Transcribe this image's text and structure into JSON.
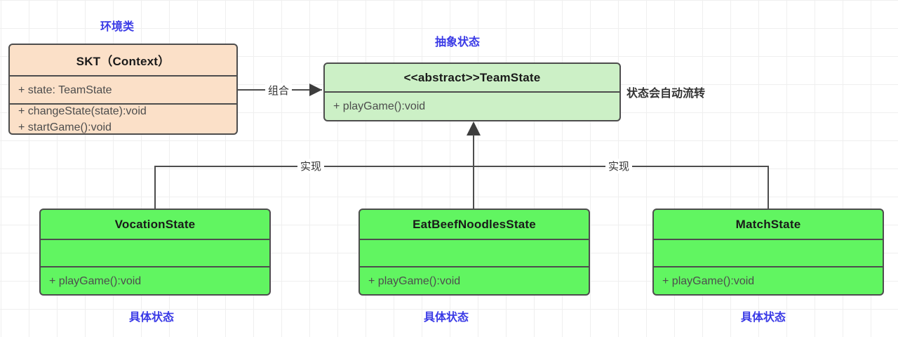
{
  "diagram": {
    "title_note_context": "环境类",
    "title_note_abstract": "抽象状态",
    "note_auto_transition": "状态会自动流转",
    "colors": {
      "context_fill": "#fbe0c8",
      "abstract_fill": "#ccf0c6",
      "concrete_fill": "#61f561",
      "border": "#4d4d4d",
      "note_blue": "#3a3ae6",
      "grid": "#efefef"
    }
  },
  "classes": {
    "context": {
      "name": "SKT（Context）",
      "attributes": [
        "+ state: TeamState"
      ],
      "methods": [
        "+ changeState(state):void",
        "+ startGame():void"
      ]
    },
    "abstract": {
      "name": "<<abstract>>TeamState",
      "attributes": [],
      "methods": [
        "+ playGame():void"
      ]
    },
    "concrete": [
      {
        "name": "VocationState",
        "attributes": [],
        "methods": [
          "+ playGame():void"
        ],
        "note": "具体状态"
      },
      {
        "name": "EatBeefNoodlesState",
        "attributes": [],
        "methods": [
          "+ playGame():void"
        ],
        "note": "具体状态"
      },
      {
        "name": "MatchState",
        "attributes": [],
        "methods": [
          "+ playGame():void"
        ],
        "note": "具体状态"
      }
    ]
  },
  "relations": {
    "composition_label": "组合",
    "realize_left_label": "实现",
    "realize_right_label": "实现"
  }
}
